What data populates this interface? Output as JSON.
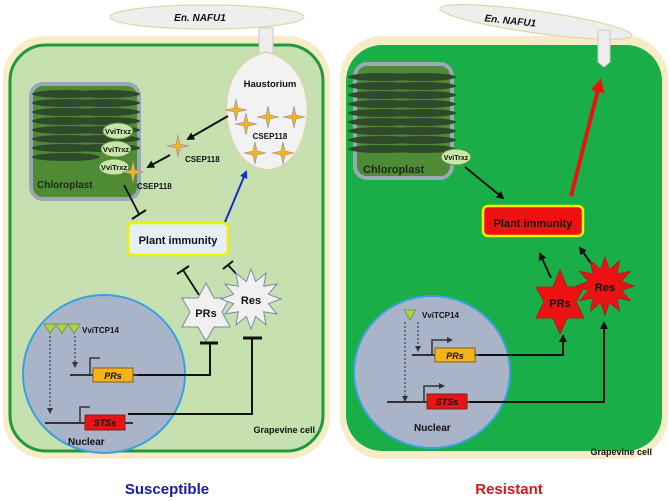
{
  "left_panel": {
    "pathogen_label": "En. NAFU1",
    "haustorium_label": "Haustorium",
    "effector_label_haustorium": "CSEP118",
    "effector_label_cytoplasm": "CSEP118",
    "effector_label_chloroplast": "CSEP118",
    "chloroplast_label": "Chloroplast",
    "trx_labels": [
      "VviTrxz",
      "VviTrxz",
      "VviTrxz"
    ],
    "immunity_label": "Plant immunity",
    "prs_star_label": "PRs",
    "res_star_label": "Res",
    "tf_label": "VviTCP14",
    "gene1_label": "PRs",
    "gene2_label": "STSs",
    "nucleus_label": "Nuclear",
    "cell_label": "Grapevine cell",
    "caption": "Susceptible",
    "caption_color": "#1a1aa8"
  },
  "right_panel": {
    "pathogen_label": "En. NAFU1",
    "chloroplast_label": "Chloroplast",
    "trx_label": "VviTrxz",
    "immunity_label": "Plant immunity",
    "prs_star_label": "PRs",
    "res_star_label": "Res",
    "tf_label": "VviTCP14",
    "gene1_label": "PRs",
    "gene2_label": "STSs",
    "nucleus_label": "Nuclear",
    "cell_label": "Grapevine cell",
    "caption": "Resistant",
    "caption_color": "#d11a1a"
  },
  "colors": {
    "susceptible_cytoplasm": "#c6e0b0",
    "resistant_cytoplasm": "#1aae48",
    "cell_wall": "#f7ecc8",
    "membrane": "#1f9a3a",
    "chloroplast": "#4f8a35",
    "thylakoid": "#2e4a2a",
    "nucleus": "#aab4c8",
    "nucleus_border": "#3aa0e0",
    "immunity_box_susceptible": "#e6eef8",
    "immunity_box_resistant": "#ee1111",
    "immunity_box_border": "#f0f000",
    "prs_gene": "#f5b21a",
    "sts_gene": "#e81414",
    "blue_arrow": "#1030d0",
    "red_arrow": "#e81414"
  }
}
